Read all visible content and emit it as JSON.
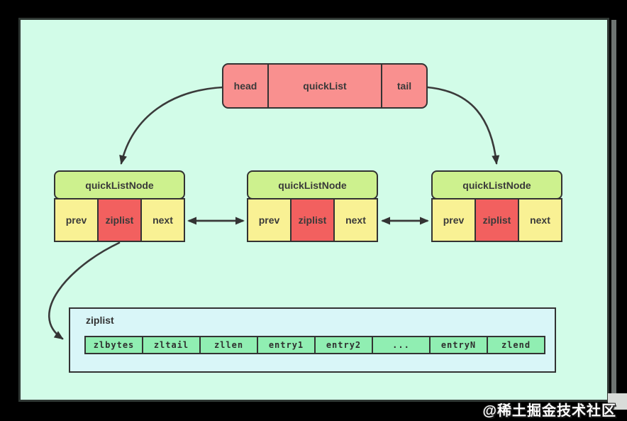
{
  "colors": {
    "page_background": "#000000",
    "panel_background": "#d2fce8",
    "panel_border": "#2f3733",
    "quicklist_fill": "#f9908f",
    "node_header_fill": "#cdf18e",
    "node_side_cell_fill": "#f9f194",
    "node_ziplist_cell_fill": "#f2605f",
    "ziplist_box_fill": "#d9f6f8",
    "ziplist_cell_fill": "#90eeb2",
    "line_color": "#3a3a3a",
    "watermark_color": "#ffffff"
  },
  "quicklist_box": {
    "cells": [
      "head",
      "quickList",
      "tail"
    ]
  },
  "nodes": [
    {
      "title": "quickListNode",
      "cells": [
        "prev",
        "ziplist",
        "next"
      ]
    },
    {
      "title": "quickListNode",
      "cells": [
        "prev",
        "ziplist",
        "next"
      ]
    },
    {
      "title": "quickListNode",
      "cells": [
        "prev",
        "ziplist",
        "next"
      ]
    }
  ],
  "ziplist_box": {
    "label": "ziplist",
    "cells": [
      "zlbytes",
      "zltail",
      "zllen",
      "entry1",
      "entry2",
      "...",
      "entryN",
      "zlend"
    ]
  },
  "watermark": {
    "text": "@稀土掘金技术社区"
  }
}
